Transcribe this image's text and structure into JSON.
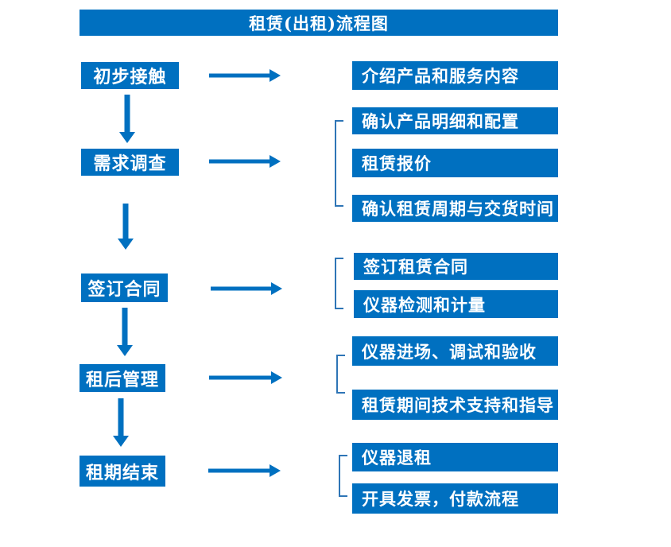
{
  "title": "租赁(出租)流程图",
  "colors": {
    "primary_blue": "#0070C0",
    "bracket_blue": "#2E75B6",
    "text": "#FFFFFF",
    "background": "#FFFFFF"
  },
  "steps": [
    {
      "label": "初步接触",
      "details": [
        "介绍产品和服务内容"
      ]
    },
    {
      "label": "需求调查",
      "details": [
        "确认产品明细和配置",
        "租赁报价",
        "确认租赁周期与交货时间"
      ]
    },
    {
      "label": "签订合同",
      "details": [
        "签订租赁合同",
        "仪器检测和计量"
      ]
    },
    {
      "label": "租后管理",
      "details": [
        "仪器进场、调试和验收",
        "租赁期间技术支持和指导"
      ]
    },
    {
      "label": "租期结束",
      "details": [
        "仪器退租",
        "开具发票，付款流程"
      ]
    }
  ]
}
